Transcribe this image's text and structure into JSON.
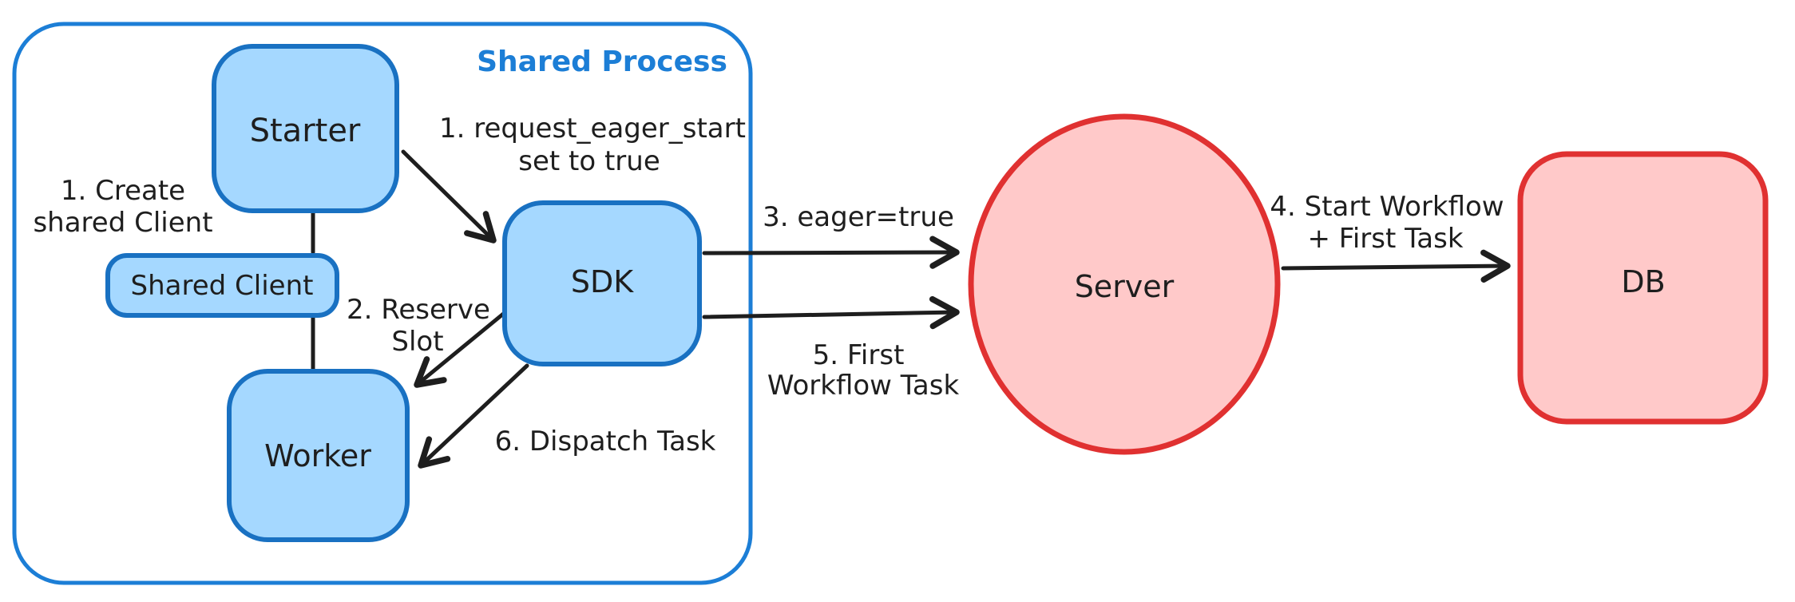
{
  "colors": {
    "blue_fill": "#a5d8ff",
    "blue_stroke": "#1971c2",
    "container_stroke": "#1c7ed6",
    "red_fill": "#ffc9c9",
    "red_stroke": "#e03131",
    "ink": "#1e1e1e",
    "bg": "#ffffff"
  },
  "container": {
    "label": "Shared Process"
  },
  "nodes": {
    "starter": {
      "label": "Starter",
      "shape": "rounded-rect",
      "color": "blue"
    },
    "shared_client": {
      "label": "Shared Client",
      "shape": "rounded-rect",
      "color": "blue"
    },
    "worker": {
      "label": "Worker",
      "shape": "rounded-rect",
      "color": "blue"
    },
    "sdk": {
      "label": "SDK",
      "shape": "rounded-rect",
      "color": "blue"
    },
    "server": {
      "label": "Server",
      "shape": "ellipse",
      "color": "red"
    },
    "db": {
      "label": "DB",
      "shape": "rounded-rect",
      "color": "red"
    }
  },
  "annotations": {
    "create_shared_client": {
      "line1": "1. Create",
      "line2": "shared Client"
    },
    "request_eager_start": {
      "line1": "1. request_eager_start",
      "line2": "set to true"
    },
    "reserve_slot": {
      "line1": "2. Reserve",
      "line2": "Slot"
    },
    "eager_true": {
      "label": "3. eager=true"
    },
    "start_workflow_first_task": {
      "line1": "4. Start Workflow",
      "line2": "+ First Task"
    },
    "first_workflow_task": {
      "line1": "5. First",
      "line2": "Workflow Task"
    },
    "dispatch_task": {
      "label": "6. Dispatch Task"
    }
  },
  "edges": [
    {
      "from": "starter",
      "to": "shared_client",
      "arrow": false
    },
    {
      "from": "shared_client",
      "to": "worker",
      "arrow": false
    },
    {
      "from": "starter",
      "to": "sdk",
      "arrow": true,
      "label_ref": "request_eager_start"
    },
    {
      "from": "sdk",
      "to": "worker",
      "arrow": true,
      "label_ref": "reserve_slot"
    },
    {
      "from": "sdk",
      "to": "server",
      "arrow": true,
      "label_ref": "eager_true"
    },
    {
      "from": "sdk",
      "to": "server",
      "arrow": true,
      "label_ref": "first_workflow_task"
    },
    {
      "from": "server",
      "to": "db",
      "arrow": true,
      "label_ref": "start_workflow_first_task"
    },
    {
      "from": "sdk",
      "to": "worker",
      "arrow": true,
      "label_ref": "dispatch_task"
    }
  ]
}
